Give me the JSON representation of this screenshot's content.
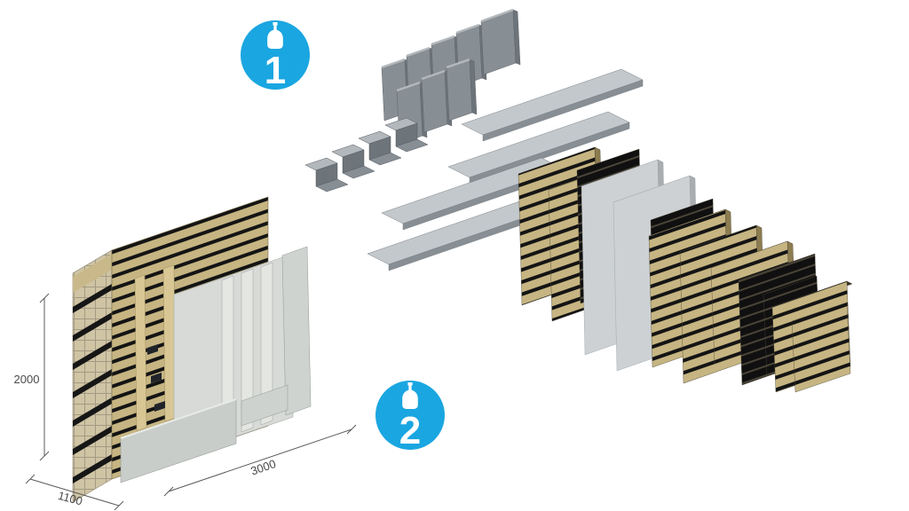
{
  "diagram": {
    "badges": [
      {
        "label": "1",
        "icon": "bottle-icon"
      },
      {
        "label": "2",
        "icon": "bottle-icon"
      }
    ],
    "dimensions": {
      "height_mm": "2000",
      "length_mm": "3000",
      "depth_mm": "1100"
    },
    "colors": {
      "badge_blue": "#1AA6E1",
      "metal_gray": "#878E94",
      "metal_dark": "#6D747A",
      "metal_light": "#C3C8CC",
      "metal_edge": "#B2B8BC",
      "wood_tan": "#C6B582",
      "wood_deep": "#8C7C50",
      "slat_black": "#141414",
      "panel_gray": "#CDD1D3",
      "tile_tan": "#CFC4A4",
      "dim_line": "#5A5A5A"
    }
  }
}
